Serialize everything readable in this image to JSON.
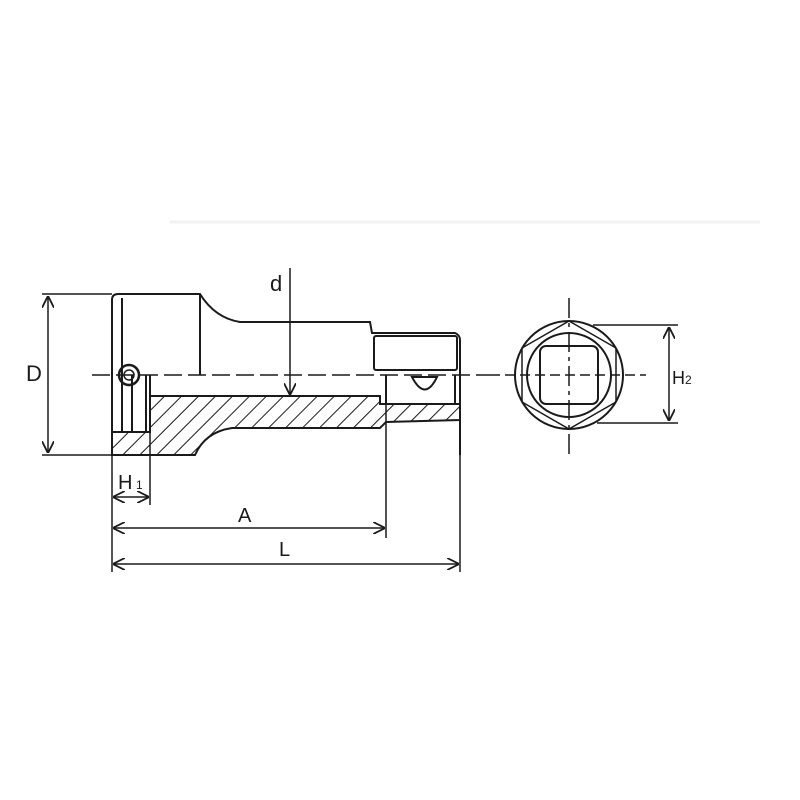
{
  "diagram": {
    "title": "Impact socket technical drawing",
    "labels": {
      "D": "D",
      "d": "d",
      "H1_main": "H",
      "H1_sub": "1",
      "A": "A",
      "L": "L",
      "H2_main": "H",
      "H2_sub": "2"
    },
    "colors": {
      "line": "#1a1a1a",
      "background": "#ffffff",
      "watermark": "#f2f2f2"
    }
  }
}
